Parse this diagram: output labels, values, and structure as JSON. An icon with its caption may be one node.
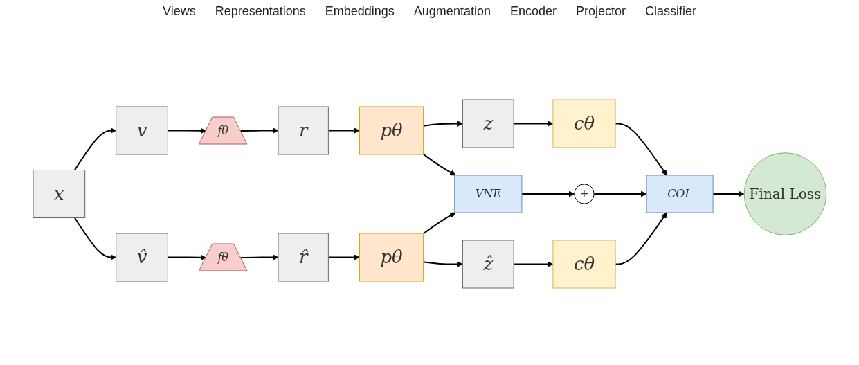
{
  "diagram": {
    "nodes": [
      {
        "text": [
          "x"
        ]
      },
      {
        "text": [
          "v"
        ]
      },
      {
        "text": [
          "fθ"
        ]
      },
      {
        "text": [
          "r"
        ]
      },
      {
        "text": [
          "pθ"
        ]
      },
      {
        "text": [
          "z"
        ]
      },
      {
        "text": [
          "cθ"
        ]
      },
      {
        "text": [
          "VNE"
        ]
      },
      {
        "text": [
          "+"
        ]
      },
      {
        "text": [
          "COL"
        ]
      },
      {
        "text": [
          "Final Loss"
        ]
      },
      {
        "text": [
          "v̂"
        ]
      },
      {
        "text": [
          "fθ"
        ]
      },
      {
        "text": [
          "r̂"
        ]
      },
      {
        "text": [
          "pθ"
        ]
      },
      {
        "text": [
          "ẑ"
        ]
      },
      {
        "text": [
          "cθ"
        ]
      }
    ],
    "edges": [
      {
        "from": 0,
        "to": 1,
        "arrow": "to"
      },
      {
        "from": 0,
        "to": 11,
        "arrow": "to"
      },
      {
        "from": 1,
        "to": 2,
        "arrow": "to"
      },
      {
        "from": 2,
        "to": 3,
        "arrow": "to"
      },
      {
        "from": 3,
        "to": 4,
        "arrow": "to"
      },
      {
        "from": 4,
        "to": 5,
        "arrow": "to"
      },
      {
        "from": 5,
        "to": 6,
        "arrow": "to"
      },
      {
        "from": 4,
        "to": 7,
        "arrow": "to"
      },
      {
        "from": 6,
        "to": 9,
        "arrow": "to"
      },
      {
        "from": 7,
        "to": 8,
        "arrow": "to"
      },
      {
        "from": 8,
        "to": 9,
        "arrow": "to"
      },
      {
        "from": 9,
        "to": 10,
        "arrow": "to"
      },
      {
        "from": 11,
        "to": 12,
        "arrow": "to"
      },
      {
        "from": 12,
        "to": 13,
        "arrow": "to"
      },
      {
        "from": 13,
        "to": 14,
        "arrow": "to"
      },
      {
        "from": 14,
        "to": 15,
        "arrow": "to"
      },
      {
        "from": 15,
        "to": 16,
        "arrow": "to"
      },
      {
        "from": 14,
        "to": 7,
        "arrow": "to"
      },
      {
        "from": 16,
        "to": 9,
        "arrow": "to"
      }
    ],
    "labels": [
      "Views",
      "Representations",
      "Embeddings",
      "Augmentation",
      "Encoder",
      "Projector",
      "Classifier"
    ]
  }
}
